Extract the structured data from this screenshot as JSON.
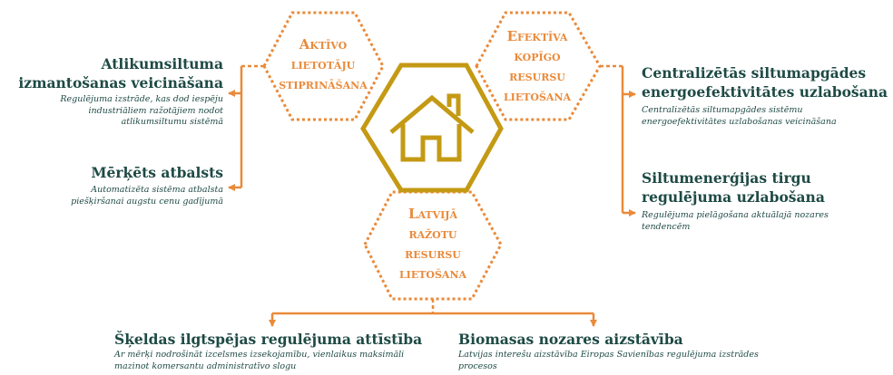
{
  "hexagons": {
    "top_left": {
      "lines": [
        "Aktīvo",
        "lietotāju",
        "stiprināšana"
      ]
    },
    "top_right": {
      "lines": [
        "Efektīva",
        "kopīgo",
        "resursu",
        "lietošana"
      ]
    },
    "bottom": {
      "lines": [
        "Latvijā",
        "ražotu",
        "resursu",
        "lietošana"
      ]
    }
  },
  "center_icon": "house-icon",
  "items": {
    "atlikumsiltums": {
      "title_lines": [
        "Atlikumsiltuma",
        "izmantošanas veicināšana"
      ],
      "desc_lines": [
        "Regulējuma izstrāde, kas dod iespēju",
        "industriāliem ražotājiem nodot",
        "atlikumsiltumu sistēmā"
      ]
    },
    "merkets": {
      "title_lines": [
        "Mērķēts atbalsts"
      ],
      "desc_lines": [
        "Automatizēta sistēma atbalsta",
        "piešķiršanai augstu cenu gadījumā"
      ]
    },
    "centralizetas": {
      "title_lines": [
        "Centralizētās siltumapgādes",
        "energoefektivitātes uzlabošana"
      ],
      "desc_lines": [
        "Centralizētās siltumapgādes sistēmu",
        "energoefektivitātes uzlabošanas veicināšana"
      ]
    },
    "siltumenergijas": {
      "title_lines": [
        "Siltumenerģijas tirgu",
        "regulējuma uzlabošana"
      ],
      "desc_lines": [
        "Regulējuma pielāgošana aktuālajā nozares",
        "tendencēm"
      ]
    },
    "skeldas": {
      "title_lines": [
        "Šķeldas ilgtspējas regulējuma attīstība"
      ],
      "desc_lines": [
        "Ar mērķi nodrošināt izcelsmes izsekojamību, vienlaikus maksimāli",
        "mazinot komersantu administratīvo slogu"
      ]
    },
    "biomasas": {
      "title_lines": [
        "Biomasas nozares aizstāvība"
      ],
      "desc_lines": [
        "Latvijas interešu aizstāvība Eiropas Savienības regulējuma izstrādes",
        "procesos"
      ]
    }
  },
  "colors": {
    "accent": "#e98a3a",
    "gold": "#c49a14",
    "text": "#1e4a45"
  }
}
